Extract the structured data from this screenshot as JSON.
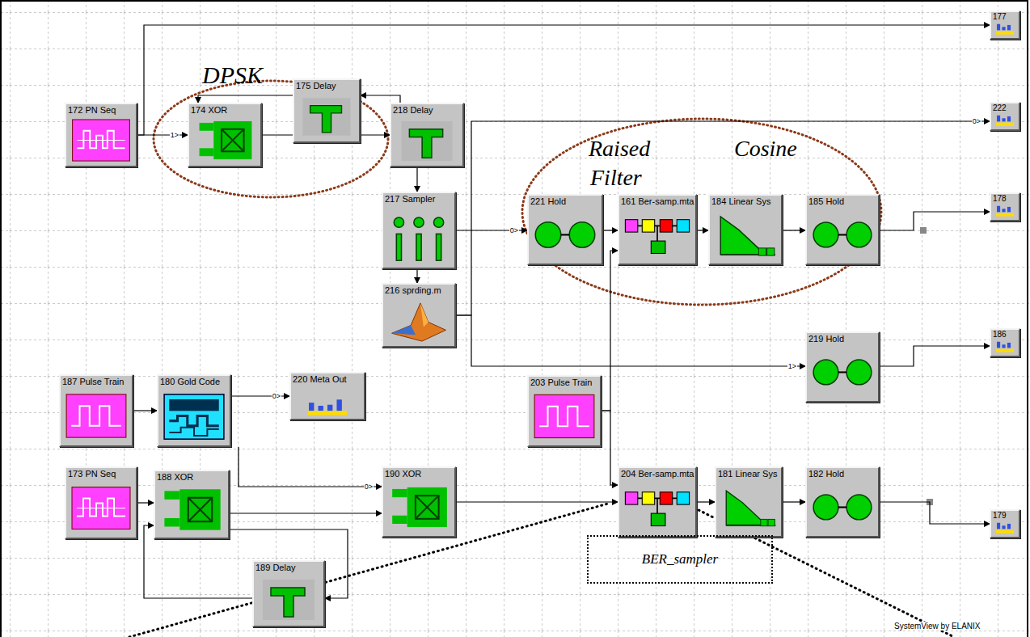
{
  "diagram": {
    "nodes": [
      {
        "text": [
          "172 PN Seq"
        ]
      },
      {
        "text": [
          "174 XOR"
        ]
      },
      {
        "text": [
          "175 Delay"
        ]
      },
      {
        "text": [
          "218 Delay"
        ]
      },
      {
        "text": [
          "177"
        ]
      },
      {
        "text": [
          "222"
        ]
      },
      {
        "text": [
          "217 Sampler"
        ]
      },
      {
        "text": [
          "221 Hold"
        ]
      },
      {
        "text": [
          "161 Ber-samp.mta"
        ]
      },
      {
        "text": [
          "184 Linear Sys"
        ]
      },
      {
        "text": [
          "185 Hold"
        ]
      },
      {
        "text": [
          "178"
        ]
      },
      {
        "text": [
          "216 sprding.m"
        ]
      },
      {
        "text": [
          "219 Hold"
        ]
      },
      {
        "text": [
          "186"
        ]
      },
      {
        "text": [
          "187 Pulse Train"
        ]
      },
      {
        "text": [
          "180 Gold Code"
        ]
      },
      {
        "text": [
          "220 Meta Out"
        ]
      },
      {
        "text": [
          "203 Pulse Train"
        ]
      },
      {
        "text": [
          "173 PN Seq"
        ]
      },
      {
        "text": [
          "188 XOR"
        ]
      },
      {
        "text": [
          "190 XOR"
        ]
      },
      {
        "text": [
          "204 Ber-samp.mta"
        ]
      },
      {
        "text": [
          "181 Linear Sys"
        ]
      },
      {
        "text": [
          "182 Hold"
        ]
      },
      {
        "text": [
          "179"
        ]
      },
      {
        "text": [
          "189 Delay"
        ]
      },
      {
        "text": [
          "BER_sampler"
        ]
      }
    ],
    "edges": [
      {
        "from": 0,
        "to": 4,
        "arrow": "to"
      },
      {
        "from": 0,
        "to": 1,
        "label": "1>",
        "arrow": "to"
      },
      {
        "from": 1,
        "to": 3,
        "arrow": "to"
      },
      {
        "from": 3,
        "to": 2,
        "arrow": "to"
      },
      {
        "from": 2,
        "to": 1,
        "arrow": "to"
      },
      {
        "from": 3,
        "to": 6,
        "arrow": "to"
      },
      {
        "from": 6,
        "to": 7,
        "label": "0>",
        "arrow": "to"
      },
      {
        "from": 6,
        "to": 12,
        "arrow": "to"
      },
      {
        "from": 12,
        "to": 5,
        "label": "0>",
        "arrow": "to"
      },
      {
        "from": 12,
        "to": 13,
        "label": "1>",
        "arrow": "to"
      },
      {
        "from": 7,
        "to": 8,
        "arrow": "to"
      },
      {
        "from": 8,
        "to": 9,
        "arrow": "to"
      },
      {
        "from": 9,
        "to": 10,
        "arrow": "to"
      },
      {
        "from": 10,
        "to": 11,
        "arrow": "to"
      },
      {
        "from": 13,
        "to": 14,
        "arrow": "to"
      },
      {
        "from": 15,
        "to": 16,
        "arrow": "to"
      },
      {
        "from": 16,
        "to": 17,
        "label": "0>",
        "arrow": "to"
      },
      {
        "from": 16,
        "to": 21,
        "label": "0>",
        "arrow": "to"
      },
      {
        "from": 19,
        "to": 20,
        "arrow": "to"
      },
      {
        "from": 20,
        "to": 21,
        "arrow": "to"
      },
      {
        "from": 20,
        "to": 26,
        "arrow": "to"
      },
      {
        "from": 26,
        "to": 20,
        "arrow": "to"
      },
      {
        "from": 21,
        "to": 22,
        "arrow": "to"
      },
      {
        "from": 18,
        "to": 8,
        "arrow": "to"
      },
      {
        "from": 18,
        "to": 22,
        "arrow": "to"
      },
      {
        "from": 22,
        "to": 23,
        "arrow": "to"
      },
      {
        "from": 23,
        "to": 24,
        "arrow": "to"
      },
      {
        "from": 24,
        "to": 25,
        "arrow": "to"
      }
    ],
    "labels": [
      "DPSK",
      "Raised",
      "Cosine",
      "Filter",
      "SystemView by ELANIX"
    ]
  }
}
